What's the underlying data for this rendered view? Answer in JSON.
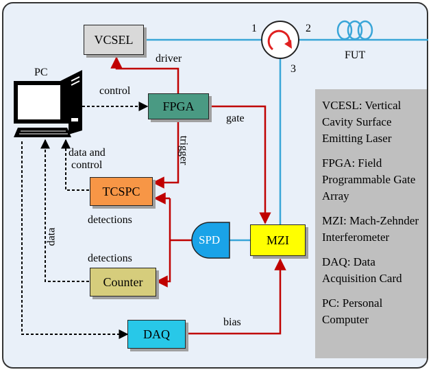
{
  "colors": {
    "panel": "#e9f0f9",
    "fiber": "#39a5d8",
    "electric": "#c00000",
    "vcsel": "#d9d9d9",
    "fpga": "#4a9a83",
    "tcspc": "#f79646",
    "counter": "#d6cd7c",
    "daq": "#28c8e8",
    "spd": "#1aa3e8",
    "mzi": "#ffff00",
    "legend": "#bfbfbf"
  },
  "blocks": {
    "vcsel": "VCSEL",
    "fpga": "FPGA",
    "tcspc": "TCSPC",
    "counter": "Counter",
    "daq": "DAQ",
    "spd": "SPD",
    "mzi": "MZI",
    "pc": "PC",
    "fut": "FUT"
  },
  "circulator_ports": {
    "p1": "1",
    "p2": "2",
    "p3": "3"
  },
  "signals": {
    "driver": "driver",
    "control": "control",
    "gate": "gate",
    "trigger": "trigger",
    "data_control_1": "data and",
    "data_control_2": "control",
    "detections_1": "detections",
    "detections_2": "detections",
    "data": "data",
    "bias": "bias"
  },
  "legend": [
    "VCESL: Vertical Cavity Surface Emitting Laser",
    "FPGA: Field Programmable Gate Array",
    "MZI: Mach-Zehnder Interferometer",
    "DAQ: Data Acquisition Card",
    "PC: Personal Computer"
  ],
  "icons": [
    "computer-icon",
    "fiber-coil-icon",
    "circulator-icon"
  ]
}
